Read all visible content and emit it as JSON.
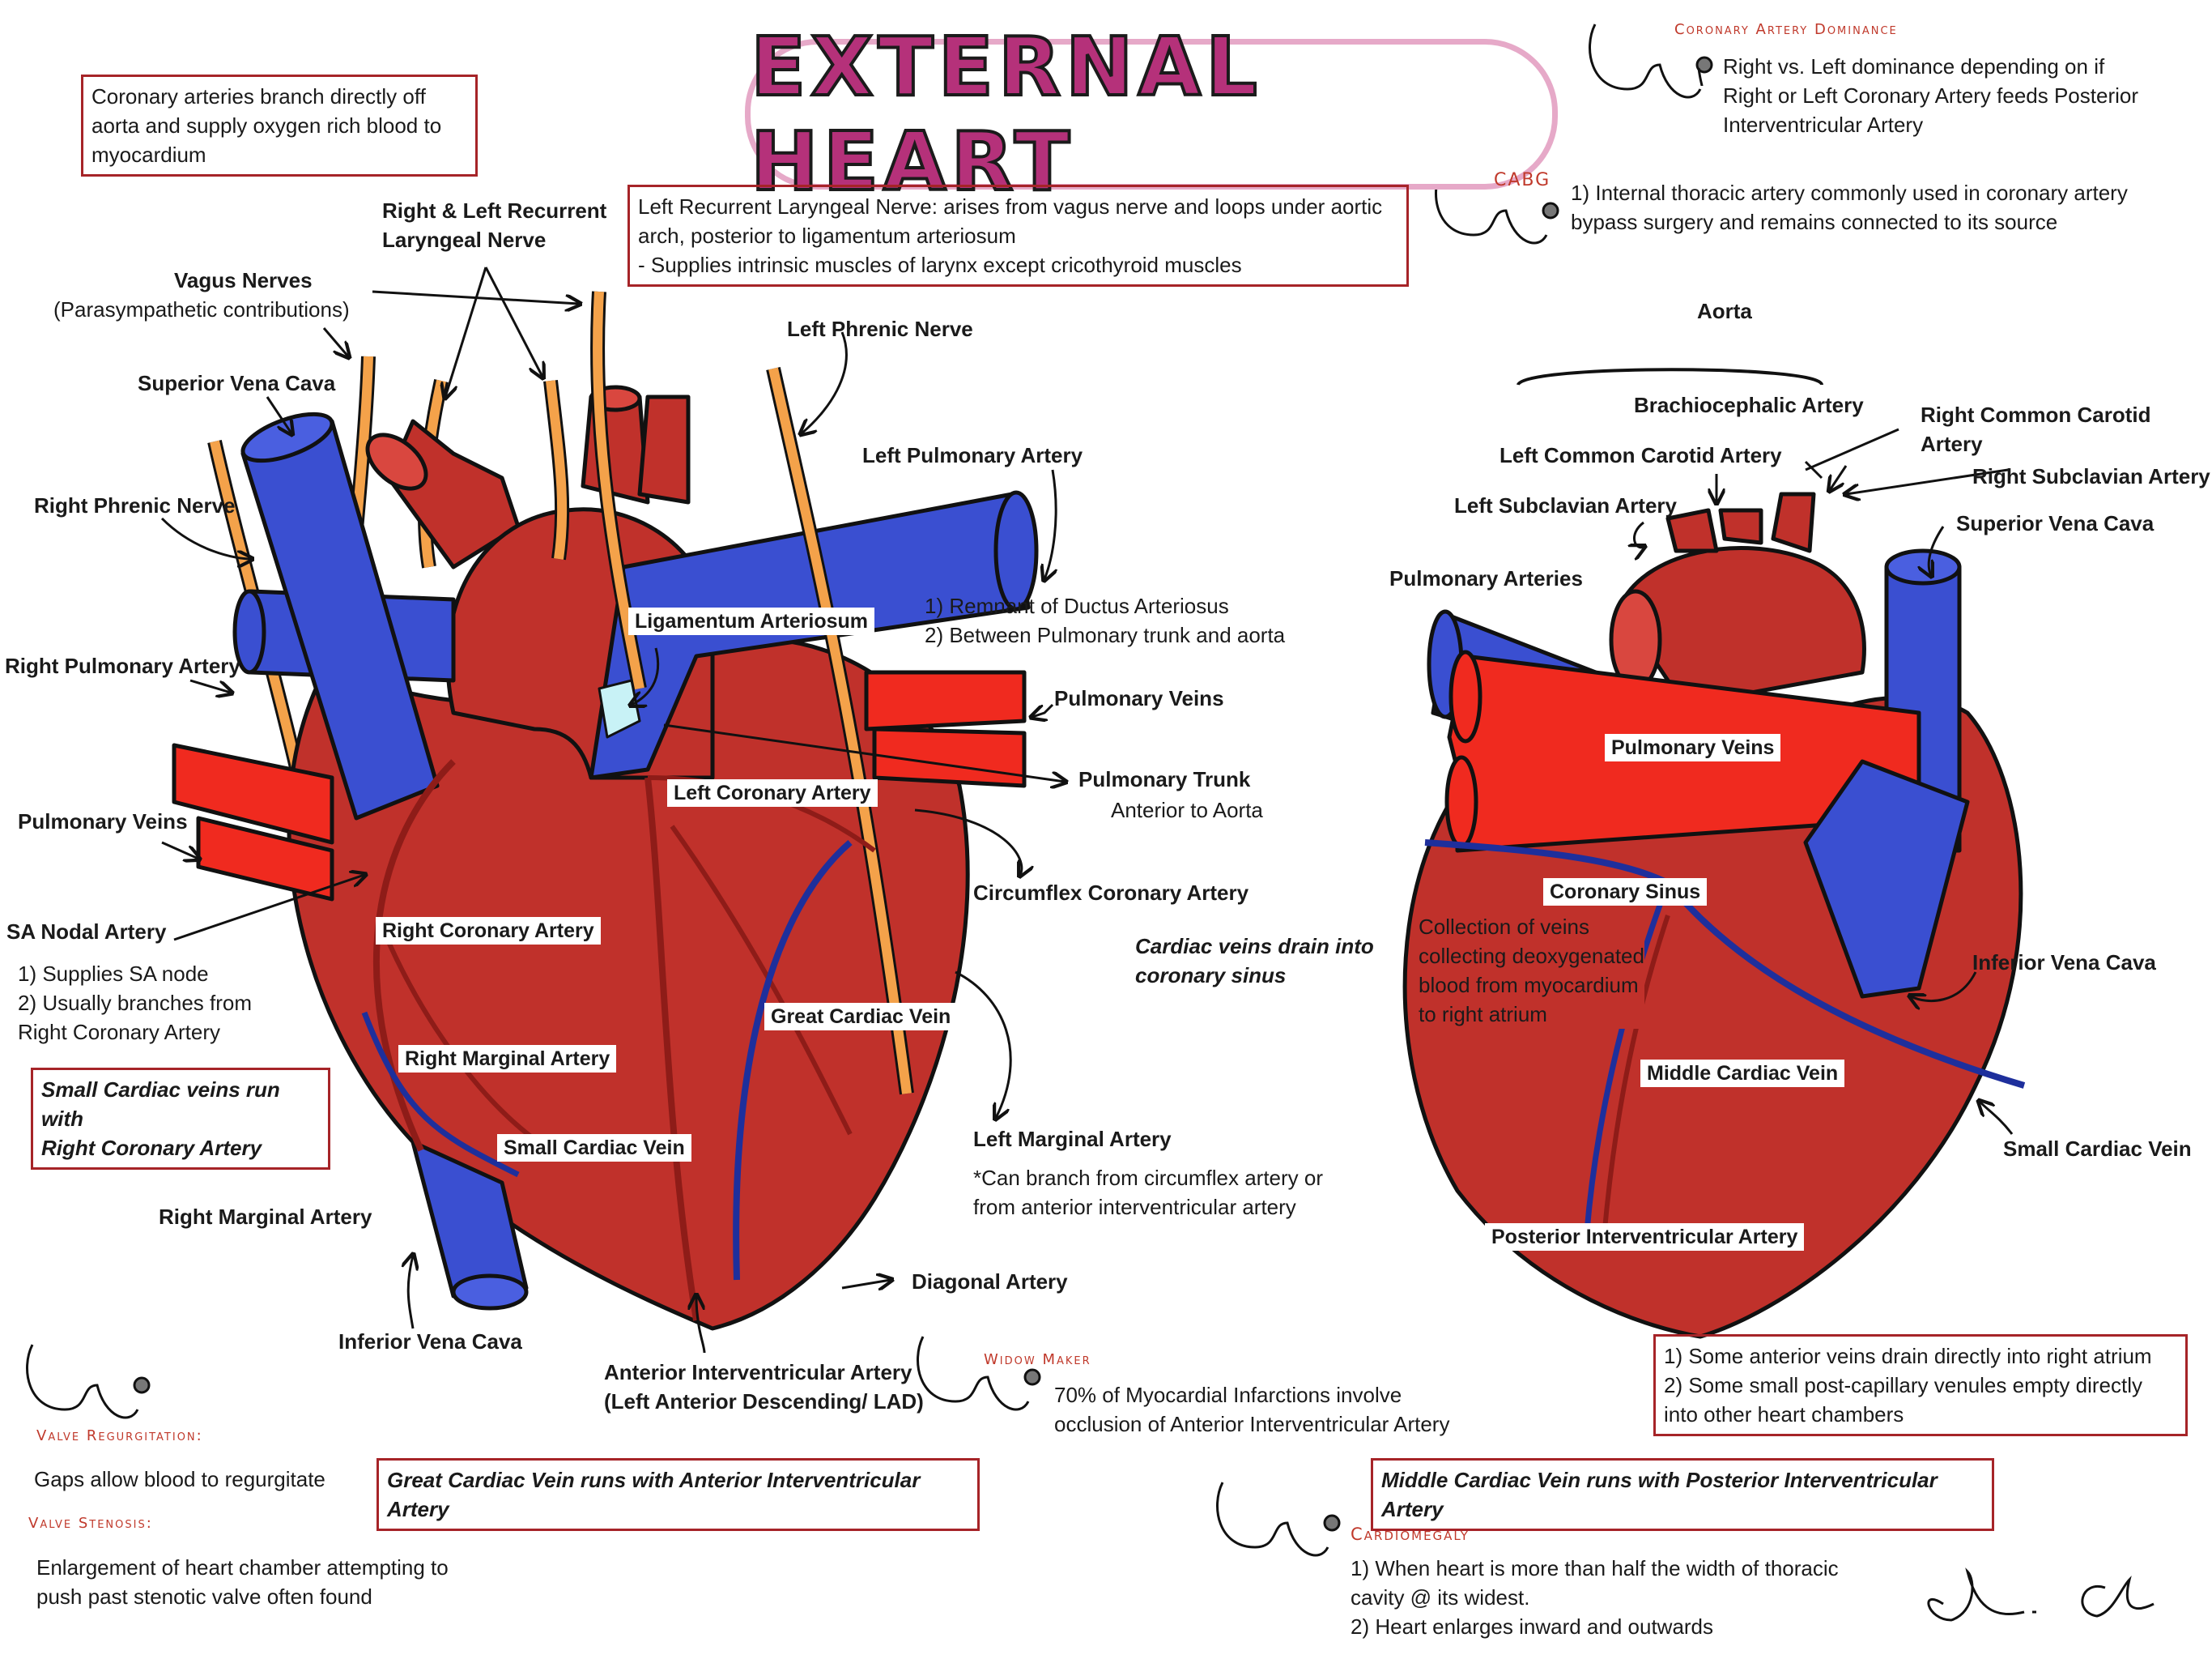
{
  "title": "EXTERNAL HEART",
  "colors": {
    "heart": "#c0312b",
    "heart_dark": "#8e1c18",
    "vein_blue": "#3a4fd1",
    "artery_red": "#f02a1f",
    "nerve": "#f4a24a",
    "box_border": "#a62428",
    "title_fill": "#b5317a",
    "title_outline": "#e6a9c8",
    "ligament": "#c8f2f6"
  },
  "icons": [
    "stethoscope-icon",
    "signature"
  ],
  "boxes": {
    "coronary_arteries": "Coronary arteries branch directly off\naorta and supply oxygen rich blood to\nmyocardium",
    "left_recurrent": "Left Recurrent Laryngeal Nerve: arises from vagus nerve and loops under aortic\narch, posterior to ligamentum arteriosum\n- Supplies intrinsic muscles of larynx except cricothyroid muscles",
    "small_cardiac": "Small Cardiac veins run with\nRight Coronary Artery",
    "great_cardiac": "Great Cardiac Vein runs with Anterior Interventricular Artery",
    "middle_cardiac": "Middle Cardiac Vein runs with Posterior Interventricular Artery",
    "anterior_veins": "1) Some anterior veins drain directly into right atrium\n2) Some small post-capillary venules empty directly\ninto other heart chambers"
  },
  "clinical": {
    "dominance_title": "Coronary Artery Dominance",
    "dominance_text": "Right vs. Left dominance depending on if\nRight or Left Coronary Artery feeds Posterior\nInterventricular Artery",
    "cabg_title": "CABG",
    "cabg_text": "1) Internal thoracic artery commonly used in coronary artery\nbypass surgery and remains connected to its source",
    "widow_title": "Widow Maker",
    "widow_text": "70% of Myocardial Infarctions involve\nocclusion of Anterior Interventricular Artery",
    "regurg_title": "Valve Regurgitation:",
    "regurg_text": "Gaps allow blood to regurgitate",
    "stenosis_title": "Valve Stenosis:",
    "stenosis_text": "Enlargement of heart chamber attempting to\npush past stenotic valve often found",
    "cardiomegaly_title": "Cardiomegaly",
    "cardiomegaly_text": "1) When heart is more than half the width of thoracic\ncavity @ its widest.\n2) Heart enlarges inward and outwards"
  },
  "anterior": {
    "recurrent_laryngeal": "Right & Left Recurrent\nLaryngeal Nerve",
    "vagus": "Vagus Nerves",
    "vagus_sub": "(Parasympathetic contributions)",
    "svc": "Superior Vena Cava",
    "right_phrenic": "Right Phrenic Nerve",
    "right_pulm_artery": "Right Pulmonary Artery",
    "pulm_veins": "Pulmonary Veins",
    "sa_nodal": "SA Nodal Artery",
    "sa_nodal_notes": "1) Supplies SA node\n2) Usually branches from\nRight Coronary Artery",
    "right_marginal_outer": "Right Marginal Artery",
    "ivc": "Inferior Vena Cava",
    "aiv": "Anterior Interventricular Artery\n(Left Anterior Descending/ LAD)",
    "diagonal": "Diagonal Artery",
    "left_marginal": "Left Marginal Artery",
    "left_marginal_note": "*Can branch from circumflex artery or\nfrom anterior interventricular artery",
    "cardiac_veins_drain": "Cardiac veins drain into\ncoronary sinus",
    "circumflex": "Circumflex Coronary Artery",
    "pulm_trunk": "Pulmonary Trunk",
    "pulm_trunk_sub": "Anterior to Aorta",
    "pulm_veins_right": "Pulmonary Veins",
    "ligamentum_notes": "1) Remnant of Ductus Arteriosus\n2) Between Pulmonary trunk and aorta",
    "left_pulm_artery": "Left Pulmonary Artery",
    "left_phrenic": "Left Phrenic Nerve",
    "tag_ligamentum": "Ligamentum Arteriosum",
    "tag_left_coronary": "Left Coronary Artery",
    "tag_right_coronary": "Right Coronary Artery",
    "tag_great_cardiac": "Great Cardiac Vein",
    "tag_right_marginal": "Right Marginal Artery",
    "tag_small_cardiac": "Small Cardiac Vein"
  },
  "posterior": {
    "aorta": "Aorta",
    "brachiocephalic": "Brachiocephalic Artery",
    "right_common_carotid": "Right Common Carotid Artery",
    "left_common_carotid": "Left Common Carotid Artery",
    "right_subclavian": "Right Subclavian Artery",
    "left_subclavian": "Left Subclavian Artery",
    "svc": "Superior Vena Cava",
    "pulm_arteries": "Pulmonary Arteries",
    "ivc": "Inferior Vena Cava",
    "small_cardiac": "Small Cardiac Vein",
    "tag_pulm_veins": "Pulmonary Veins",
    "tag_coronary_sinus": "Coronary Sinus",
    "coronary_sinus_notes": "Collection of veins\ncollecting deoxygenated\nblood from myocardium\nto right atrium",
    "tag_middle_cardiac": "Middle Cardiac Vein",
    "tag_piv": "Posterior Interventricular Artery"
  }
}
